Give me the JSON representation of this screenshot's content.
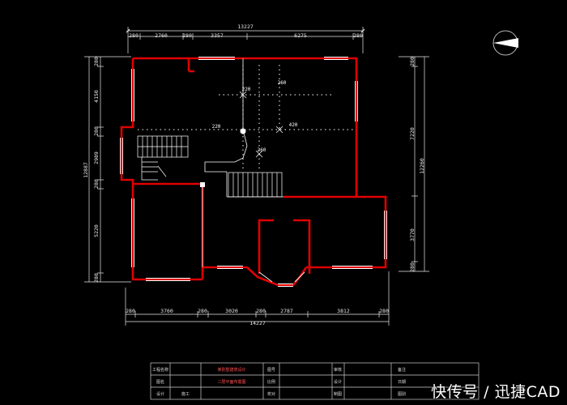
{
  "drawing": {
    "top_total": "13227",
    "top_segments": [
      "280",
      "2760",
      "280",
      "3357",
      "6275",
      "280"
    ],
    "bottom_total": "14227",
    "bottom_segments": [
      "280",
      "3760",
      "280",
      "3020",
      "280",
      "2787",
      "3812",
      "280"
    ],
    "left_total": "12887",
    "left_segments": [
      "280",
      "4150",
      "280",
      "2989",
      "280",
      "5220",
      "280"
    ],
    "right_total": "12260",
    "right_segments": [
      "280",
      "7220",
      "3770",
      "280"
    ],
    "room_labels": [
      "220",
      "260",
      "220",
      "420",
      "260"
    ]
  },
  "title_block": {
    "r1": [
      "工程名称",
      "某别墅建筑设计",
      "图号",
      "审核",
      "备注"
    ],
    "r2": [
      "图名",
      "二层平面布置图",
      "比例",
      "设计",
      "日期"
    ],
    "r3": [
      "设计",
      "校对",
      "制图",
      "图别",
      "施工"
    ]
  },
  "watermark": "快传号 / 迅捷CAD",
  "colors": {
    "wall": "#e00000",
    "dim": "#e8e8e8",
    "background": "#000000",
    "window": "#ffffff"
  }
}
